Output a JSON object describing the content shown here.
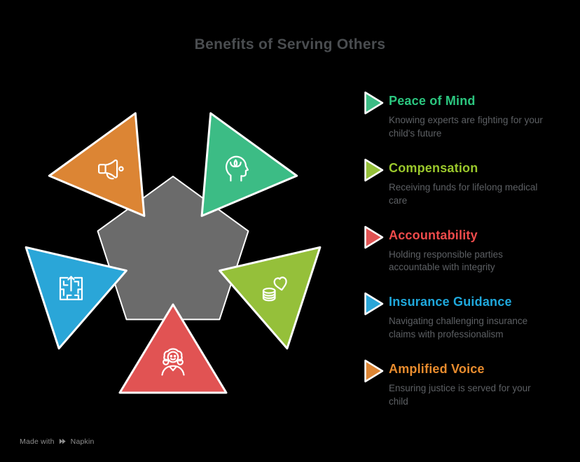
{
  "title": "Benefits of Serving Others",
  "colors": {
    "background": "#000000",
    "pentagon": "#6B6B6B",
    "outline": "#FFFFFF",
    "title_text": "#4A4D50",
    "desc_text": "#5D6064",
    "footer_text": "#8E8E8E"
  },
  "items": [
    {
      "label": "Peace of Mind",
      "description": "Knowing experts are fighting for your child's future",
      "color": "#3CBC85",
      "label_color": "#2BC67F",
      "icon": "head-lotus-icon",
      "position": "top-right",
      "angle_deg": 54
    },
    {
      "label": "Compensation",
      "description": "Receiving funds for lifelong medical care",
      "color": "#95C03A",
      "label_color": "#9BC82C",
      "icon": "coins-heart-icon",
      "position": "right",
      "angle_deg": 342
    },
    {
      "label": "Accountability",
      "description": "Holding responsible parties accountable with integrity",
      "color": "#E15353",
      "label_color": "#EF4B4B",
      "icon": "judge-icon",
      "position": "bottom",
      "angle_deg": 270
    },
    {
      "label": "Insurance Guidance",
      "description": "Navigating challenging insurance claims with professionalism",
      "color": "#2AA6D8",
      "label_color": "#1FA8DC",
      "icon": "maze-arrow-icon",
      "position": "left",
      "angle_deg": 198
    },
    {
      "label": "Amplified Voice",
      "description": "Ensuring justice is served for your child",
      "color": "#DC8534",
      "label_color": "#E88C2E",
      "icon": "megaphone-icon",
      "position": "top-left",
      "angle_deg": 126
    }
  ],
  "footer": {
    "made_with": "Made with",
    "brand": "Napkin"
  }
}
